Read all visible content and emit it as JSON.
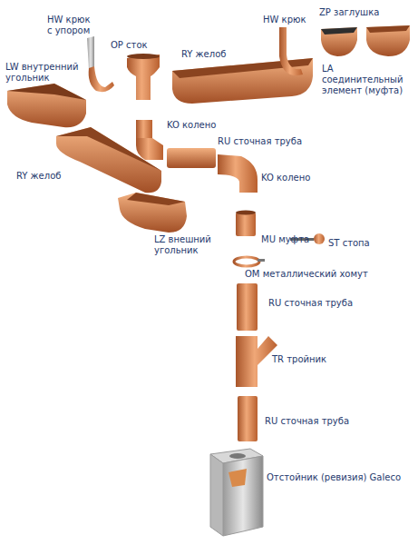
{
  "diagram": {
    "labels": [
      "HW крюк с упором",
      "OP сток",
      "RY желоб",
      "HW крюк",
      "ZP заглушка",
      "LW внутренний угольник",
      "LA соединительный элемент (муфта)",
      "KO колено",
      "RU сточная труба",
      "RY желоб",
      "KO колено",
      "LZ внешний угольник",
      "MU муфта",
      "ST стопа",
      "OM металлический хомут",
      "RU сточная труба",
      "TR тройник",
      "RU сточная труба",
      "Отстойник (ревизия) Galeco"
    ]
  }
}
